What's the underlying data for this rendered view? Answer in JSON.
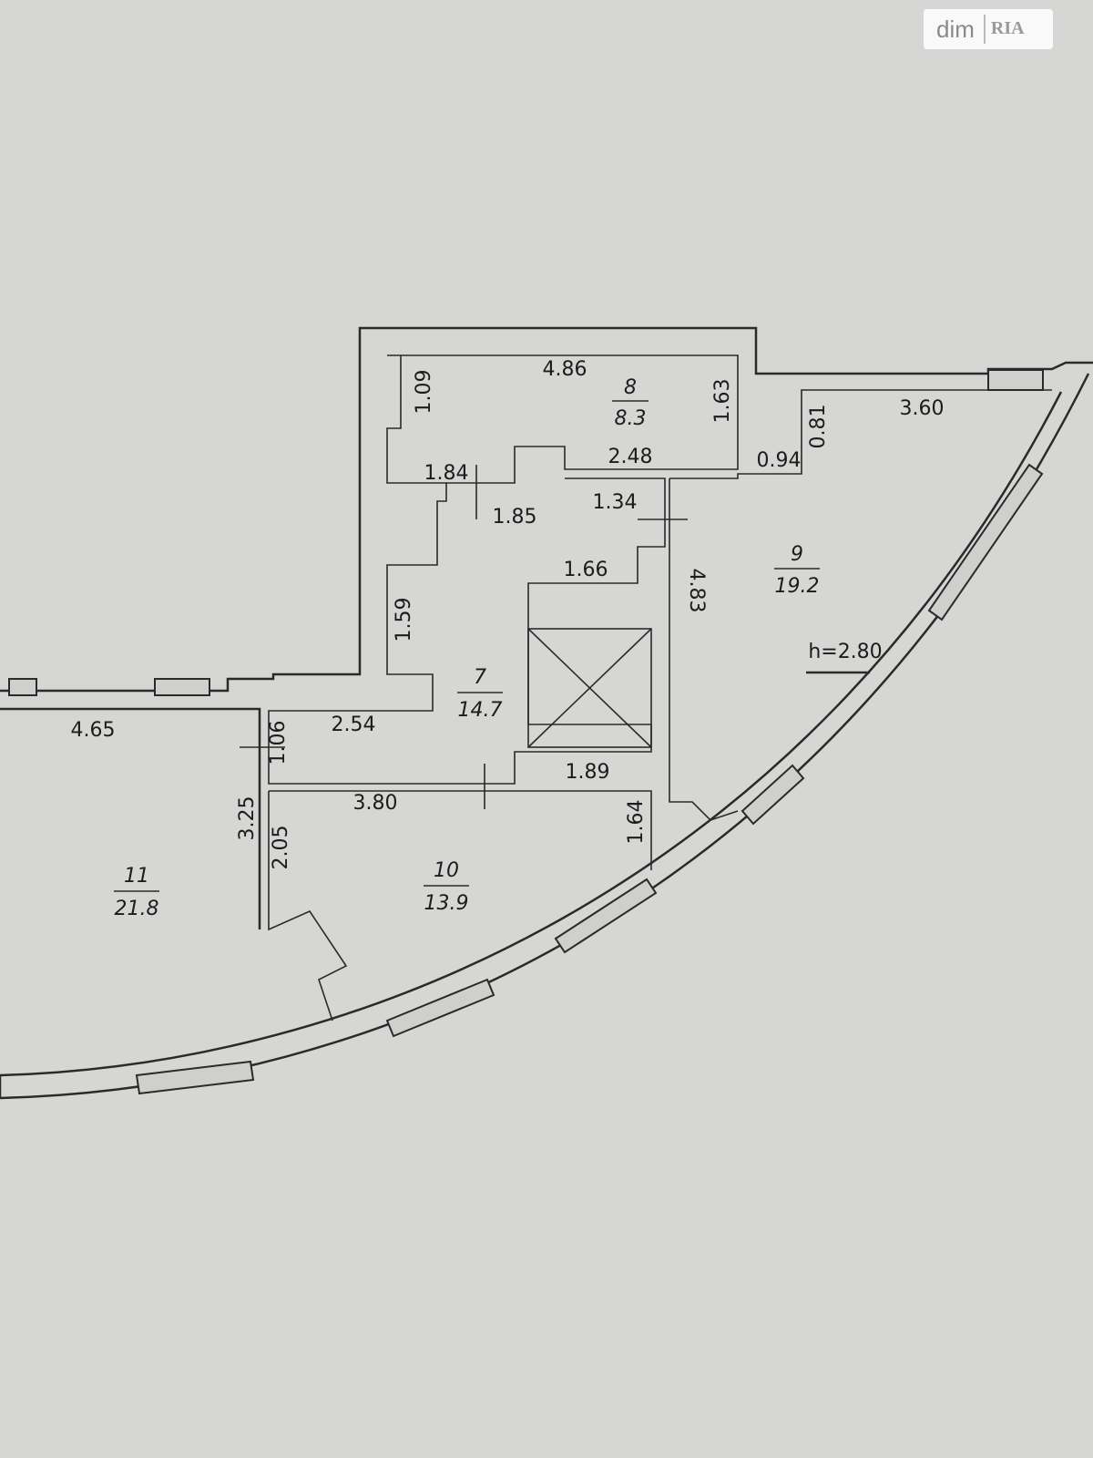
{
  "watermark": {
    "text": "dim",
    "logo_text": "RIA"
  },
  "rooms": [
    {
      "id": "7",
      "number": "7",
      "area": "14.7"
    },
    {
      "id": "8",
      "number": "8",
      "area": "8.3"
    },
    {
      "id": "9",
      "number": "9",
      "area": "19.2"
    },
    {
      "id": "10",
      "number": "10",
      "area": "13.9"
    },
    {
      "id": "11",
      "number": "11",
      "area": "21.8"
    }
  ],
  "dimensions": {
    "r8_top": "4.86",
    "r8_left": "1.09",
    "r8_right": "1.63",
    "r8_bottom": "2.48",
    "r7_a": "1.84",
    "r7_b": "1.85",
    "r7_c": "1.34",
    "r7_d": "1.66",
    "r7_e": "1.59",
    "r7_f": "2.54",
    "r7_g": "1.06",
    "r9_top": "3.60",
    "r9_a": "0.81",
    "r9_b": "0.94",
    "r9_c": "4.83",
    "r10_top": "3.80",
    "r10_a": "1.89",
    "r10_b": "1.64",
    "r10_c": "2.05",
    "r11_top": "4.65",
    "r11_a": "3.25"
  },
  "ceiling_height": "h=2.80"
}
